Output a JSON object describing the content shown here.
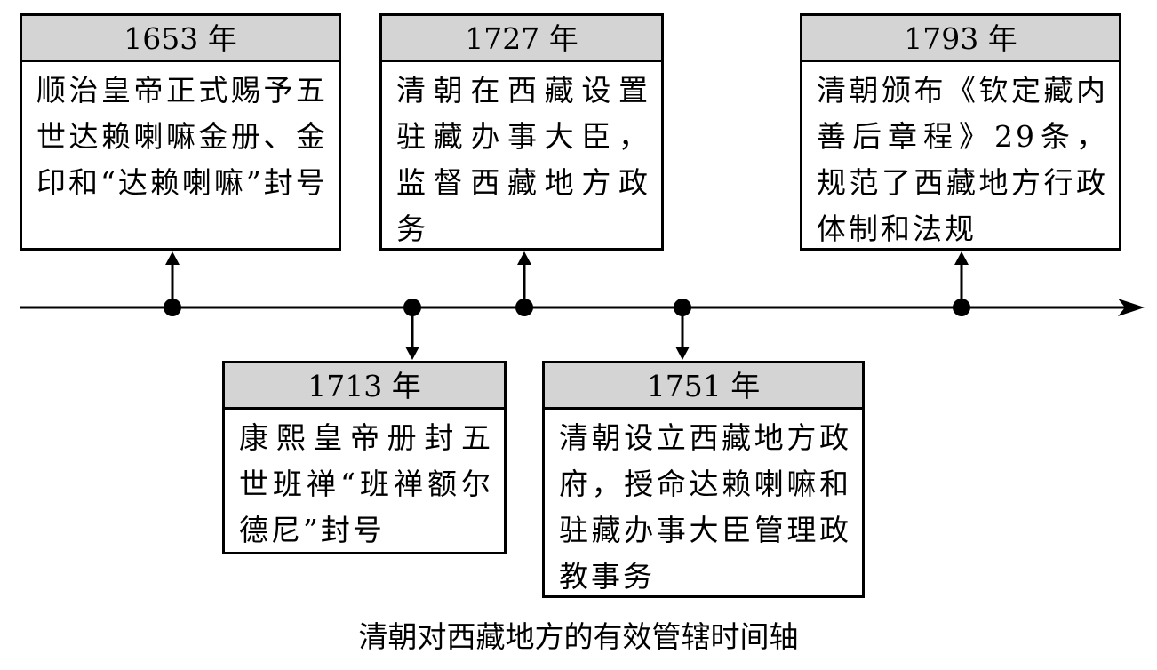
{
  "caption": "清朝对西藏地方的有效管辖时间轴",
  "events": [
    {
      "year": "1653 年",
      "description": "顺治皇帝正式赐予五世达赖喇嘛金册、金印和“达赖喇嘛”封号",
      "position": "above"
    },
    {
      "year": "1713 年",
      "description": "康熙皇帝册封五世班禅“班禅额尔德尼”封号",
      "position": "below"
    },
    {
      "year": "1727 年",
      "description": "清朝在西藏设置驻藏办事大臣，监督西藏地方政务",
      "position": "above"
    },
    {
      "year": "1751 年",
      "description": "清朝设立西藏地方政府，授命达赖喇嘛和驻藏办事大臣管理政教事务",
      "position": "below"
    },
    {
      "year": "1793 年",
      "description": "清朝颁布《钦定藏内善后章程》29条，规范了西藏地方行政体制和法规",
      "position": "above"
    }
  ]
}
